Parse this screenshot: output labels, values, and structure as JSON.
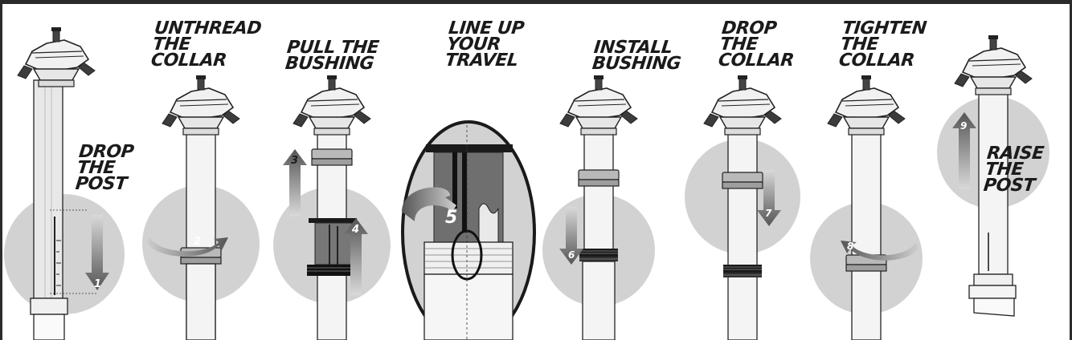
{
  "colors": {
    "frame": "#2b2b2b",
    "circle": "#d2d2d2",
    "ink": "#1b1b1b",
    "gray_dark": "#5a5a5a",
    "gray_mid": "#8a8a8a",
    "post_fill": "#ececec"
  },
  "steps": [
    {
      "number": "1",
      "lines": [
        "DROP",
        "THE",
        "POST"
      ]
    },
    {
      "number": "2",
      "lines": [
        "UNTHREAD",
        "THE",
        "COLLAR"
      ]
    },
    {
      "number": "3",
      "lines": [
        "PULL THE",
        "BUSHING"
      ]
    },
    {
      "number": "4",
      "lines": []
    },
    {
      "number": "5",
      "lines": [
        "LINE UP",
        "YOUR",
        "TRAVEL"
      ]
    },
    {
      "number": "6",
      "lines": [
        "INSTALL",
        "BUSHING"
      ]
    },
    {
      "number": "7",
      "lines": [
        "DROP",
        "THE",
        "COLLAR"
      ]
    },
    {
      "number": "8",
      "lines": [
        "TIGHTEN",
        "THE",
        "COLLAR"
      ]
    },
    {
      "number": "9",
      "lines": [
        "RAISE",
        "THE",
        "POST"
      ]
    }
  ]
}
